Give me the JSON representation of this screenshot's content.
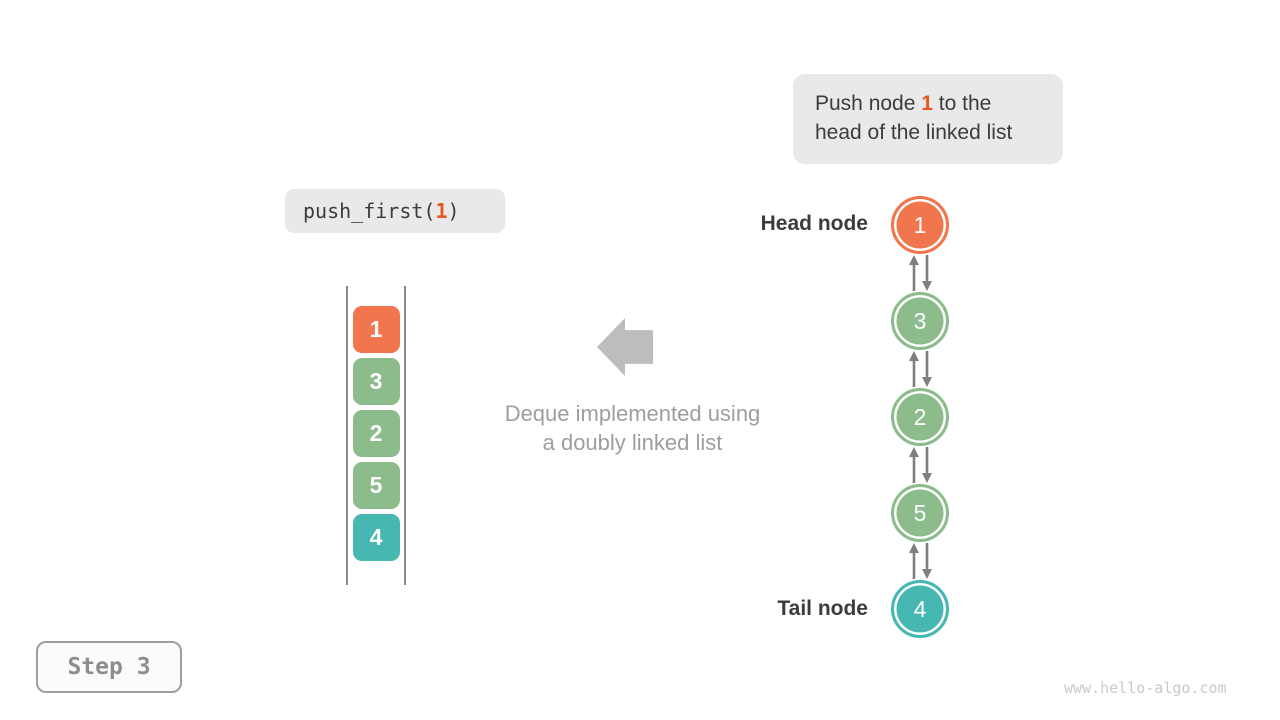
{
  "colors": {
    "orange": "#f1764e",
    "green": "#8cbc8c",
    "teal": "#47b8b1",
    "highlight_orange": "#e8561e",
    "box_bg": "#e9e9e9",
    "dark_text": "#3c3c3c",
    "gray_text": "#9e9e9e",
    "arrow_gray": "#bdbdbd",
    "link_arrow_gray": "#7f7f7f",
    "rail_gray": "#8c8c8c"
  },
  "annotation_box": {
    "text_before": "Push node ",
    "highlight": "1",
    "text_after": " to the head of the linked list"
  },
  "code_box": {
    "fn_open": "push_first(",
    "arg": "1",
    "fn_close": ")"
  },
  "deque": {
    "items": [
      {
        "value": "1",
        "color": "orange"
      },
      {
        "value": "3",
        "color": "green"
      },
      {
        "value": "2",
        "color": "green"
      },
      {
        "value": "5",
        "color": "green"
      },
      {
        "value": "4",
        "color": "teal"
      }
    ]
  },
  "caption": {
    "line1": "Deque implemented using",
    "line2": "a doubly linked list"
  },
  "linked_list": {
    "head_label": "Head node",
    "tail_label": "Tail node",
    "nodes": [
      {
        "value": "1",
        "color": "orange"
      },
      {
        "value": "3",
        "color": "green"
      },
      {
        "value": "2",
        "color": "green"
      },
      {
        "value": "5",
        "color": "green"
      },
      {
        "value": "4",
        "color": "teal"
      }
    ]
  },
  "footer": {
    "step_label": "Step 3",
    "watermark": "www.hello-algo.com"
  }
}
